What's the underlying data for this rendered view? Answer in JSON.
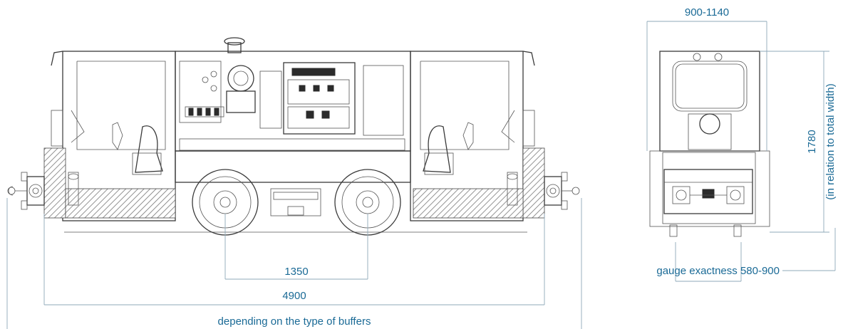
{
  "dimensions": {
    "wheelbase": "1350",
    "length": "4900",
    "buffers_note": "depending on the type of buffers",
    "width": "900-1140",
    "height": "1780",
    "height_note": "(in relation to total width)",
    "gauge": "gauge exactness 580-900"
  },
  "colors": {
    "dimension_text": "#1a6a96",
    "dimension_lines": "#8fa9b8",
    "drawing_lines": "#3a3a3a"
  }
}
